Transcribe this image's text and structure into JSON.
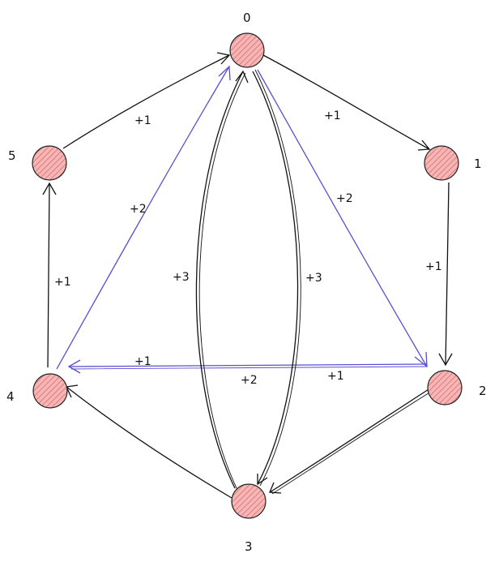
{
  "nodes": [
    {
      "id": "0",
      "label": "0"
    },
    {
      "id": "1",
      "label": "1"
    },
    {
      "id": "2",
      "label": "2"
    },
    {
      "id": "3",
      "label": "3"
    },
    {
      "id": "4",
      "label": "4"
    },
    {
      "id": "5",
      "label": "5"
    }
  ],
  "edges": [
    {
      "from": "5",
      "to": "0",
      "label": "+1",
      "color": "#111111"
    },
    {
      "from": "0",
      "to": "1",
      "label": "+1",
      "color": "#111111"
    },
    {
      "from": "1",
      "to": "2",
      "label": "+1",
      "color": "#111111"
    },
    {
      "from": "2",
      "to": "3",
      "label": "+1",
      "color": "#111111"
    },
    {
      "from": "3",
      "to": "4",
      "label": "+1",
      "color": "#111111"
    },
    {
      "from": "4",
      "to": "5",
      "label": "+1",
      "color": "#111111"
    },
    {
      "from": "0",
      "to": "2",
      "label": "+2",
      "color": "#5a4fcf"
    },
    {
      "from": "2",
      "to": "4",
      "label": "+2",
      "color": "#5a4fcf"
    },
    {
      "from": "4",
      "to": "0",
      "label": "+2",
      "color": "#5a4fcf"
    },
    {
      "from": "0",
      "to": "3",
      "label": "+3",
      "color": "#111111"
    },
    {
      "from": "3",
      "to": "0",
      "label": "+3",
      "color": "#111111"
    }
  ],
  "colors": {
    "node_fill": "#f3a6a6",
    "node_hatch": "#d45a5a",
    "node_stroke": "#222222",
    "plus_one": "#111111",
    "plus_two": "#5a4fcf",
    "plus_three": "#111111"
  }
}
